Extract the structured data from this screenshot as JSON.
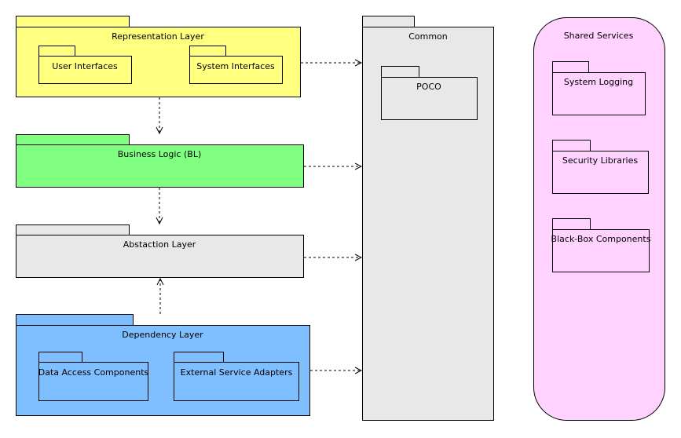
{
  "colors": {
    "representation": "#ffff80",
    "business": "#80ff80",
    "abstraction": "#e8e8e8",
    "dependency": "#80bfff",
    "common": "#e8e8e8",
    "shared": "#ffd2ff",
    "inner": "#ffffff"
  },
  "representation": {
    "title": "Representation Layer",
    "user_interfaces": "User Interfaces",
    "system_interfaces": "System Interfaces"
  },
  "business": {
    "title": "Business Logic (BL)"
  },
  "abstraction": {
    "title": "Abstaction Layer"
  },
  "dependency": {
    "title": "Dependency Layer",
    "data_access": "Data Access Components",
    "external_adapters": "External Service Adapters"
  },
  "common": {
    "title": "Common",
    "poco": "POCO"
  },
  "shared": {
    "title": "Shared Services",
    "logging": "System Logging",
    "security": "Security Libraries",
    "blackbox": "Black-Box Components"
  }
}
